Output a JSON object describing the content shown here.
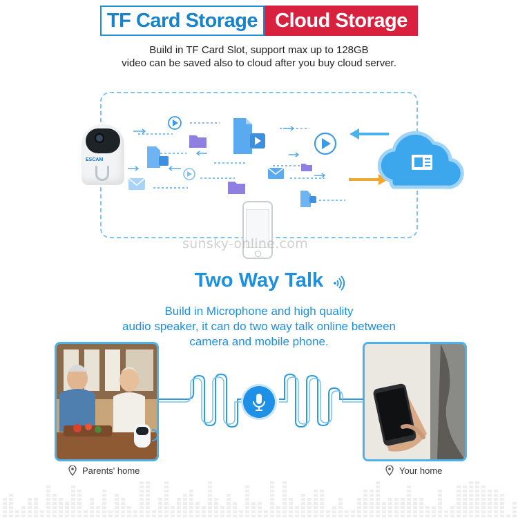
{
  "header": {
    "tf_badge": "TF Card Storage",
    "cloud_badge": "Cloud Storage",
    "line1": "Build in TF Card Slot, support max up to 128GB",
    "line2": "video can be saved also to cloud after you buy cloud server."
  },
  "camera": {
    "brand": "ESCAM"
  },
  "watermark": "sunsky-online.com",
  "talk": {
    "title": "Two Way Talk",
    "desc1": "Build in Microphone and high quality",
    "desc2": "audio speaker, it can do two way talk online between",
    "desc3": "camera and mobile phone."
  },
  "locations": {
    "left": "Parents' home",
    "right": "Your home"
  },
  "colors": {
    "accent_blue": "#1d8fdf",
    "badge_red": "#d8213f",
    "light_blue": "#7fc3ef"
  }
}
